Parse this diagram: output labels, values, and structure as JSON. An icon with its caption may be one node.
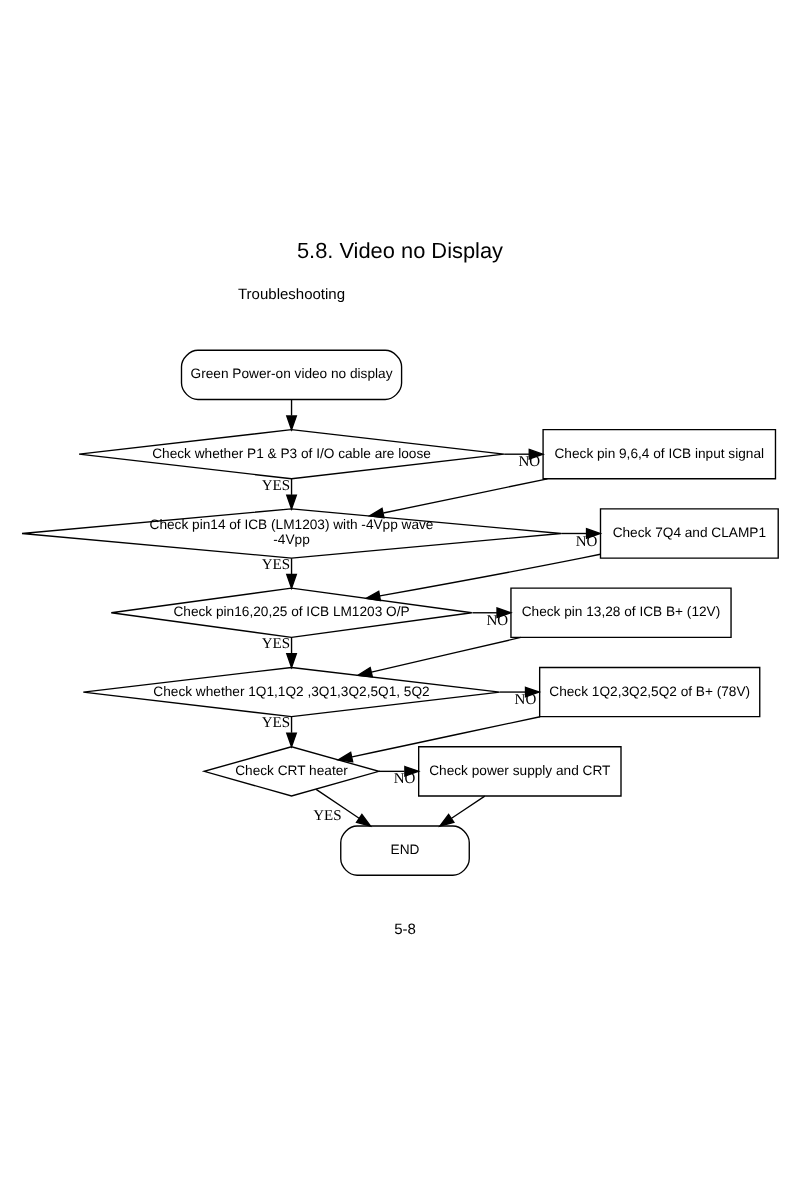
{
  "diagram": {
    "title": "5.8. Video no Display",
    "nodes": [
      {
        "text": [
          "Green Power-on video no display"
        ]
      },
      {
        "text": [
          "Check whether P1 & P3 of I/O cable are loose"
        ]
      },
      {
        "text": [
          "Check pin 9,6,4 of ICB input signal"
        ]
      },
      {
        "text": [
          "Check pin14 of ICB (LM1203) with -4Vpp wave",
          "-4Vpp"
        ]
      },
      {
        "text": [
          "Check 7Q4 and CLAMP1"
        ]
      },
      {
        "text": [
          "Check pin16,20,25 of ICB LM1203 O/P"
        ]
      },
      {
        "text": [
          "Check pin 13,28 of ICB B+ (12V)"
        ]
      },
      {
        "text": [
          "Check whether 1Q1,1Q2 ,3Q1,3Q2,5Q1, 5Q2"
        ]
      },
      {
        "text": [
          "Check 1Q2,3Q2,5Q2 of B+ (78V)"
        ]
      },
      {
        "text": [
          "Check CRT heater"
        ]
      },
      {
        "text": [
          "Check power supply and CRT"
        ]
      },
      {
        "text": [
          "END"
        ]
      }
    ],
    "edges": [
      {
        "from": 0,
        "to": 1,
        "arrow": "to"
      },
      {
        "from": 1,
        "to": 2,
        "arrow": "to",
        "label": "NO"
      },
      {
        "from": 1,
        "to": 3,
        "arrow": "to",
        "label": "YES"
      },
      {
        "from": 2,
        "to": 3,
        "arrow": "to"
      },
      {
        "from": 3,
        "to": 4,
        "arrow": "to",
        "label": "NO"
      },
      {
        "from": 3,
        "to": 5,
        "arrow": "to",
        "label": "YES"
      },
      {
        "from": 4,
        "to": 5,
        "arrow": "to"
      },
      {
        "from": 5,
        "to": 6,
        "arrow": "to",
        "label": "NO"
      },
      {
        "from": 5,
        "to": 7,
        "arrow": "to",
        "label": "YES"
      },
      {
        "from": 6,
        "to": 7,
        "arrow": "to"
      },
      {
        "from": 7,
        "to": 8,
        "arrow": "to",
        "label": "NO"
      },
      {
        "from": 7,
        "to": 9,
        "arrow": "to",
        "label": "YES"
      },
      {
        "from": 8,
        "to": 9,
        "arrow": "to"
      },
      {
        "from": 9,
        "to": 10,
        "arrow": "to",
        "label": "NO"
      },
      {
        "from": 9,
        "to": 11,
        "arrow": "to",
        "label": "YES"
      },
      {
        "from": 10,
        "to": 11,
        "arrow": "to"
      }
    ],
    "labels": [
      "Troubleshooting",
      "5-8"
    ]
  }
}
